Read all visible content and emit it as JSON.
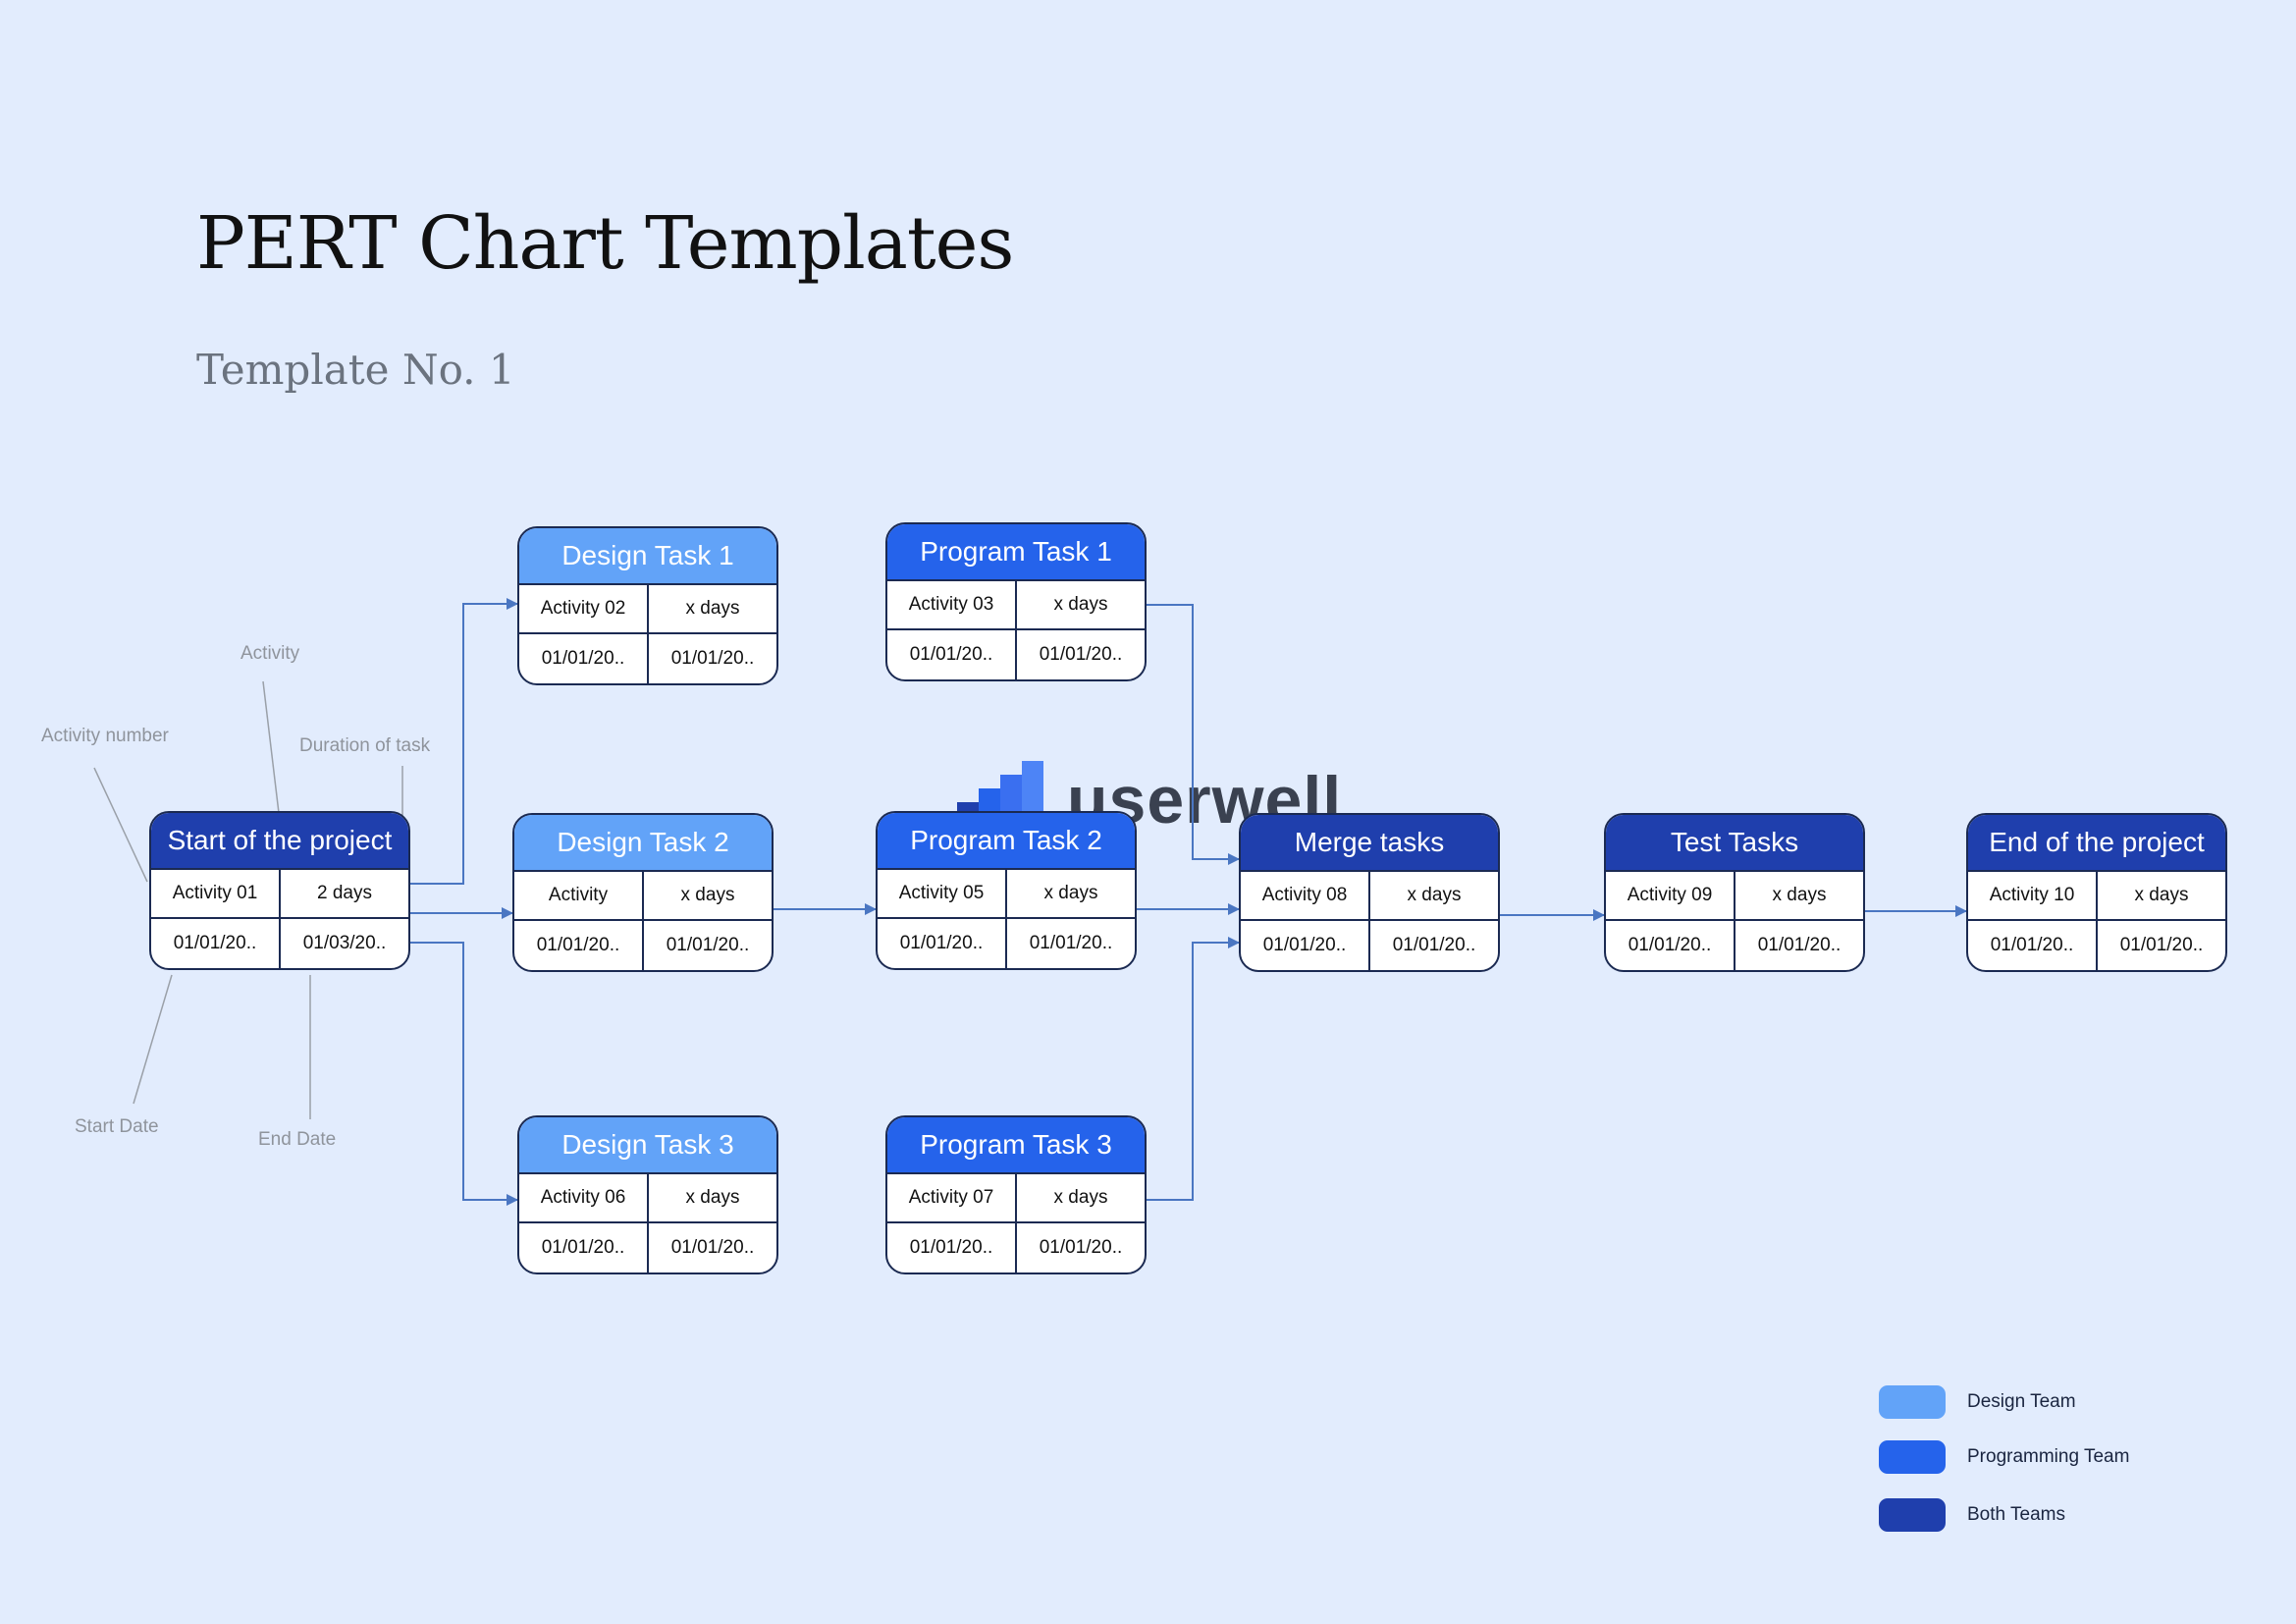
{
  "title": "PERT Chart Templates",
  "subtitle": "Template No. 1",
  "watermark": "userwell",
  "colors": {
    "design_team": "#62a3f8",
    "programming_team": "#2563eb",
    "both_teams": "#1f3fad",
    "connector": "#4a76c2",
    "background": "#e2ecfd"
  },
  "nodes": {
    "start": {
      "title": "Start of the project",
      "activity": "Activity 01",
      "duration": "2 days",
      "start_date": "01/01/20..",
      "end_date": "01/03/20.."
    },
    "design1": {
      "title": "Design Task 1",
      "activity": "Activity 02",
      "duration": "x days",
      "start_date": "01/01/20..",
      "end_date": "01/01/20.."
    },
    "design2": {
      "title": "Design Task 2",
      "activity": "Activity",
      "duration": "x days",
      "start_date": "01/01/20..",
      "end_date": "01/01/20.."
    },
    "design3": {
      "title": "Design Task 3",
      "activity": "Activity 06",
      "duration": "x days",
      "start_date": "01/01/20..",
      "end_date": "01/01/20.."
    },
    "program1": {
      "title": "Program Task 1",
      "activity": "Activity 03",
      "duration": "x days",
      "start_date": "01/01/20..",
      "end_date": "01/01/20.."
    },
    "program2": {
      "title": "Program Task 2",
      "activity": "Activity 05",
      "duration": "x days",
      "start_date": "01/01/20..",
      "end_date": "01/01/20.."
    },
    "program3": {
      "title": "Program Task 3",
      "activity": "Activity 07",
      "duration": "x days",
      "start_date": "01/01/20..",
      "end_date": "01/01/20.."
    },
    "merge": {
      "title": "Merge tasks",
      "activity": "Activity 08",
      "duration": "x days",
      "start_date": "01/01/20..",
      "end_date": "01/01/20.."
    },
    "test": {
      "title": "Test Tasks",
      "activity": "Activity 09",
      "duration": "x days",
      "start_date": "01/01/20..",
      "end_date": "01/01/20.."
    },
    "end": {
      "title": "End of the project",
      "activity": "Activity 10",
      "duration": "x days",
      "start_date": "01/01/20..",
      "end_date": "01/01/20.."
    }
  },
  "annotations": {
    "activity": "Activity",
    "activity_number": "Activity number",
    "duration": "Duration of task",
    "start_date": "Start Date",
    "end_date": "End Date"
  },
  "legend": [
    {
      "label": "Design Team",
      "color": "#62a3f8"
    },
    {
      "label": "Programming Team",
      "color": "#2563eb"
    },
    {
      "label": "Both Teams",
      "color": "#1f3fad"
    }
  ]
}
